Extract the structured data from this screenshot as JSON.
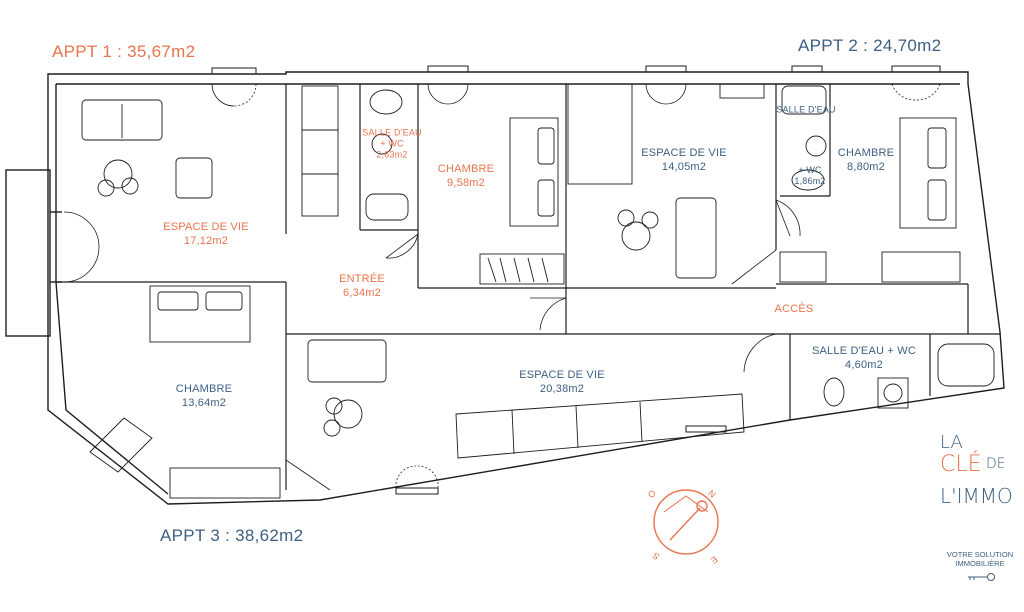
{
  "apartments": {
    "appt1": "APPT 1 : 35,67m2",
    "appt2": "APPT 2 : 24,70m2",
    "appt3": "APPT 3 : 38,62m2"
  },
  "rooms": {
    "a1_living": {
      "name": "ESPACE DE VIE",
      "area": "17,12m2"
    },
    "a1_bath_name": "SALLE D'EAU",
    "a1_bath_wc": "+ WC",
    "a1_bath_area": "2,63m2",
    "a1_bedroom": {
      "name": "CHAMBRE",
      "area": "9,58m2"
    },
    "entry": {
      "name": "ENTRÉE",
      "area": "6,34m2"
    },
    "a2_living": {
      "name": "ESPACE DE VIE",
      "area": "14,05m2"
    },
    "a2_bath_name": "SALLE D'EAU",
    "a2_bath_wc": "+ WC",
    "a2_bath_area": "1,86m2",
    "a2_bedroom": {
      "name": "CHAMBRE",
      "area": "8,80m2"
    },
    "access": "ACCÈS",
    "a3_bedroom": {
      "name": "CHAMBRE",
      "area": "13,64m2"
    },
    "a3_living": {
      "name": "ESPACE DE VIE",
      "area": "20,38m2"
    },
    "a3_bath": {
      "name": "SALLE D'EAU + WC",
      "area": "4,60m2"
    }
  },
  "compass": {
    "n": "N",
    "o": "O",
    "e": "E",
    "s": "S"
  },
  "logo": {
    "line1": "LA",
    "line2a": "CLÉ",
    "line2b": "DE",
    "line3": "L'IMMO",
    "tagline1": "VOTRE SOLUTION",
    "tagline2": "IMMOBILIÈRE"
  },
  "colors": {
    "orange": "#e8734d",
    "blue": "#3d5f82",
    "line": "#1e1e1e"
  }
}
